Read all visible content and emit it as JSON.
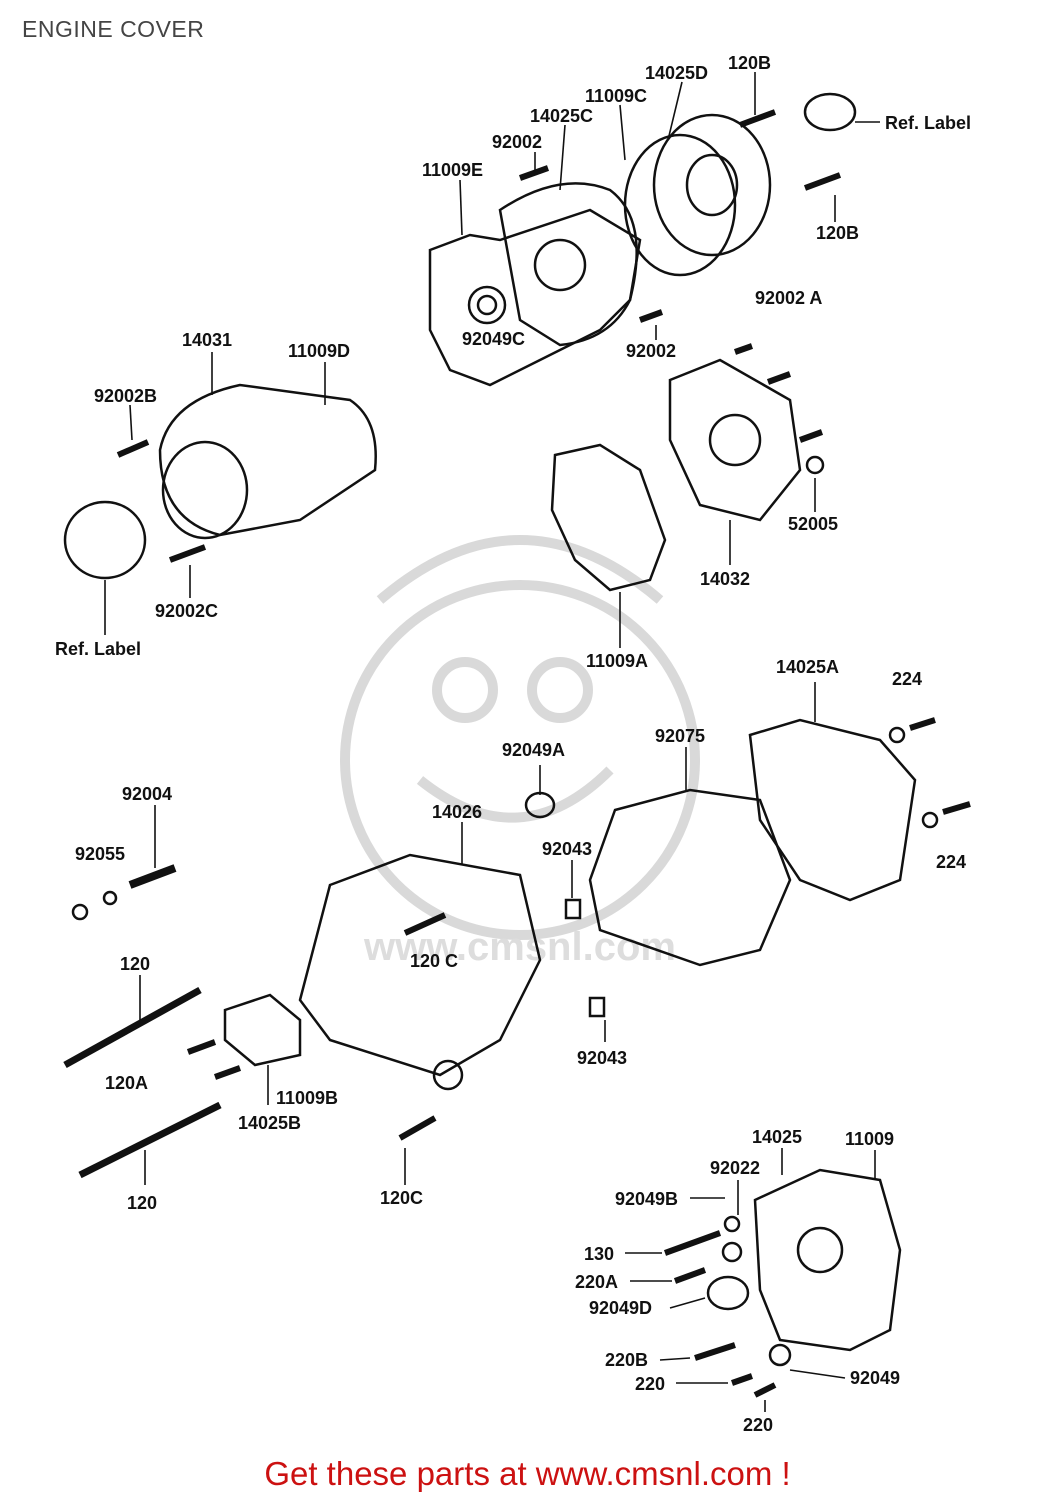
{
  "title": "ENGINE COVER",
  "footer": "Get these parts at www.cmsnl.com !",
  "watermark": "www.cmsnl.com",
  "labels": {
    "p14025D": "14025D",
    "p120B_top": "120B",
    "p11009C": "11009C",
    "p14025C": "14025C",
    "p92002_top": "92002",
    "p11009E": "11009E",
    "ref_label_right": "Ref. Label",
    "p120B_bottom": "120B",
    "p92049C": "92049C",
    "p92002_mid": "92002",
    "p92002A": "92002 A",
    "p14031": "14031",
    "p11009D": "11009D",
    "p92002B": "92002B",
    "p92002C": "92002C",
    "ref_label_left": "Ref. Label",
    "p52005": "52005",
    "p14032": "14032",
    "p11009A": "11009A",
    "p14025A": "14025A",
    "p224_top": "224",
    "p224_bottom": "224",
    "p92075": "92075",
    "p92049A": "92049A",
    "p92004": "92004",
    "p14026": "14026",
    "p92055": "92055",
    "p92043_top": "92043",
    "p120": "120",
    "p120C_mid": "120 C",
    "p120A": "120A",
    "p11009B": "11009B",
    "p14025B": "14025B",
    "p92043_bottom": "92043",
    "p120_bottom": "120",
    "p120C_bottom": "120C",
    "p14025": "14025",
    "p11009": "11009",
    "p92022": "92022",
    "p92049B": "92049B",
    "p130": "130",
    "p220A": "220A",
    "p92049D": "92049D",
    "p220B": "220B",
    "p220": "220",
    "p92049": "92049",
    "p220_bottom": "220"
  },
  "colors": {
    "footer": "#cc1111",
    "ink": "#111111",
    "watermark": "#d9d9d9"
  }
}
